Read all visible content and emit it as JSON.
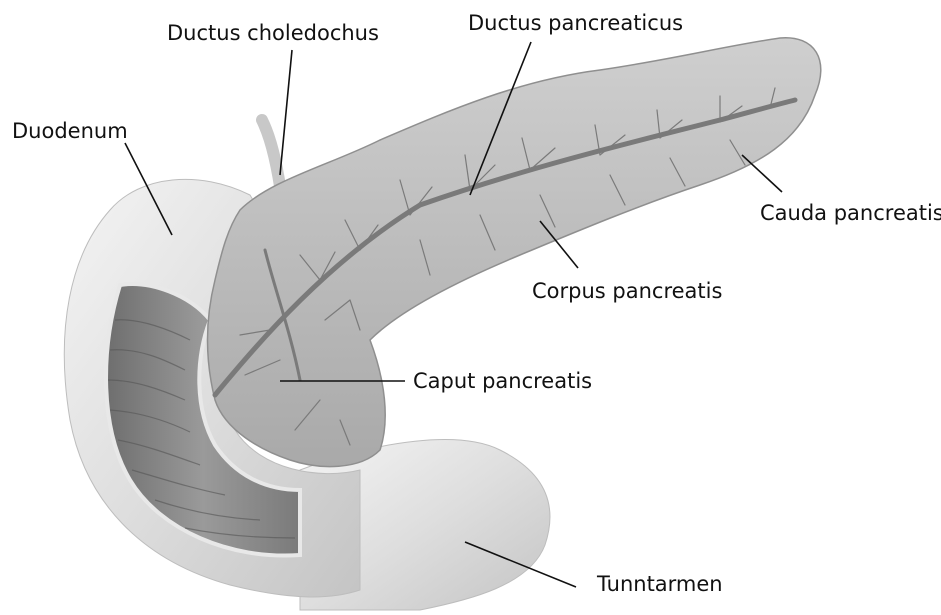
{
  "labels": {
    "ductus_choledochus": "Ductus choledochus",
    "ductus_pancreaticus": "Ductus pancreaticus",
    "duodenum": "Duodenum",
    "cauda_pancreatis": "Cauda pancreatis",
    "corpus_pancreatis": "Corpus pancreatis",
    "caput_pancreatis": "Caput pancreatis",
    "tunntarmen": "Tunntarmen"
  }
}
